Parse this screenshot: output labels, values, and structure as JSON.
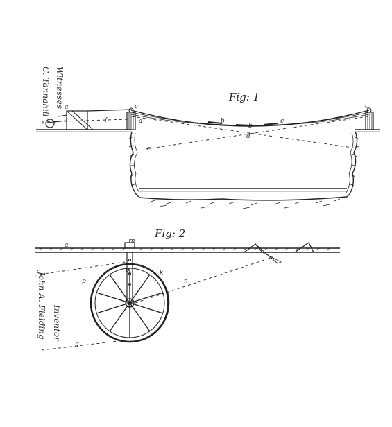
{
  "figure1": {
    "caption": "Fig: 1",
    "labels": {
      "a": "a",
      "b": "b",
      "b2": "b",
      "c": "c",
      "d": "d",
      "e": "e",
      "f": "f"
    }
  },
  "figure2": {
    "caption": "Fig: 2",
    "labels": {
      "a": "a",
      "m": "m",
      "k": "k",
      "p": "p",
      "n": "n",
      "g": "g",
      "o": "o"
    }
  },
  "side_notes": {
    "witnesses_heading": "Witnesses",
    "witness_name": "C. Tannahill",
    "inventor_heading": "Inventor",
    "inventor_name": "John A. Fielding"
  }
}
